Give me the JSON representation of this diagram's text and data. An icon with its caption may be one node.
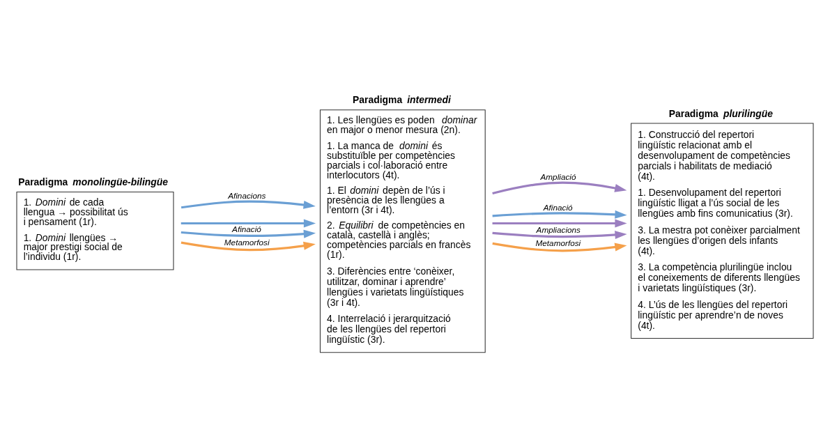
{
  "diagram": {
    "nodes": [
      {
        "text": [
          "Paradigma *monolingüe-bilingüe*",
          "1. *Domini* de cada llengua → possibilitat ús i pensament (1r).",
          "1. *Domini* llengües → major prestigi social de l’individu (1r)."
        ]
      },
      {
        "text": [
          "Paradigma *intermedi*",
          "1. Les llengües es poden *dominar* en major o menor mesura (2n).",
          "1. La manca de *domini* és substituïble per competències parcials i col·laboració entre interlocutors (4t).",
          "1. El *domini* depèn de l’ús i presència de les llengües a l’entorn (3r i 4t).",
          "2. *Equilibri* de competències en català, castellà i anglès; competències parcials en francès (1r).",
          "3. Diferències entre ‘conèixer, utilitzar, dominar i aprendre’ llengües i varietats lingüístiques (3r i 4t).",
          "4. Interrelació i jerarquització de les llengües del repertori lingüístic (3r)."
        ]
      },
      {
        "text": [
          "Paradigma *plurilingüe*",
          "1. Construcció del repertori lingüístic relacionat amb el desenvolupament de competències parcials i habilitats de mediació (4t).",
          "1. Desenvolupament del repertori lingüístic lligat a l’ús social de les llengües amb fins comunicatius (3r).",
          "3. La mestra pot conèixer parcialment les llengües d’origen dels infants (4t).",
          "3. La competència plurilingüe inclou el coneixements de diferents llengües i varietats lingüístiques (3r).",
          "4. L’ús de les llengües del repertori lingüístic per aprendre’n de noves (4t)."
        ]
      }
    ],
    "edges": [
      {
        "from": 0,
        "to": 1,
        "arrow": "to",
        "label": "Afinacions",
        "color": "#6a9fd4"
      },
      {
        "from": 0,
        "to": 1,
        "arrow": "to",
        "color": "#6a9fd4"
      },
      {
        "from": 0,
        "to": 1,
        "arrow": "to",
        "label": "Afinació",
        "color": "#6a9fd4"
      },
      {
        "from": 0,
        "to": 1,
        "arrow": "to",
        "label": "Metamorfosi",
        "color": "#f5a04a"
      },
      {
        "from": 1,
        "to": 2,
        "arrow": "to",
        "label": "Ampliació",
        "color": "#9b7fc0"
      },
      {
        "from": 1,
        "to": 2,
        "arrow": "to",
        "label": "Afinació",
        "color": "#6a9fd4"
      },
      {
        "from": 1,
        "to": 2,
        "arrow": "to",
        "color": "#9b7fc0"
      },
      {
        "from": 1,
        "to": 2,
        "arrow": "to",
        "label": "Ampliacions",
        "color": "#9b7fc0"
      },
      {
        "from": 1,
        "to": 2,
        "arrow": "to",
        "label": "Metamorfosi",
        "color": "#f5a04a"
      }
    ]
  }
}
